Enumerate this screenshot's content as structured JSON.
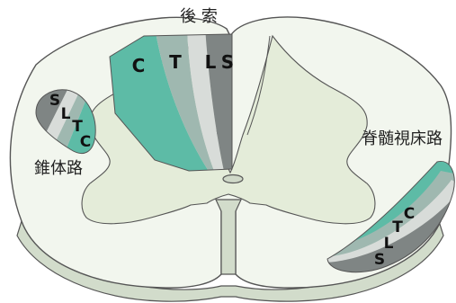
{
  "labels": {
    "dorsal_column": "後 索",
    "pyramidal_tract": "錐体路",
    "spinothalamic_tract": "脊髄視床路"
  },
  "dorsal_column_segments": [
    "C",
    "T",
    "L",
    "S"
  ],
  "pyramidal_segments": [
    "S",
    "L",
    "T",
    "C"
  ],
  "spinothalamic_segments": [
    "C",
    "T",
    "L",
    "S"
  ],
  "colors": {
    "white_matter": "#f2f6ee",
    "gray_matter": "#e4ecd9",
    "outline": "#555555",
    "side_face": "#d2dccb",
    "band_C": "#5dbba6",
    "band_T": "#9fb8b0",
    "band_L": "#d8dcd9",
    "band_S": "#7f8584"
  }
}
